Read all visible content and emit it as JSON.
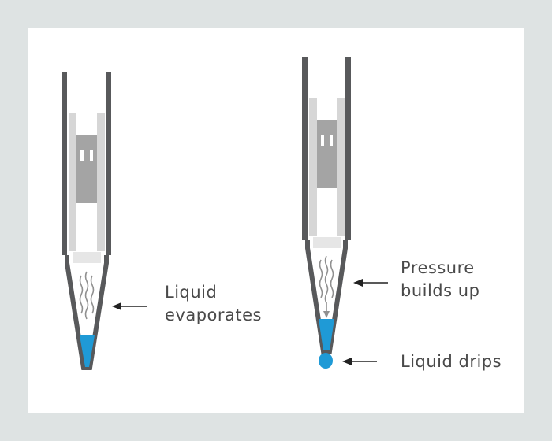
{
  "labels": {
    "left_line1": "Liquid",
    "left_line2": "evaporates",
    "right_top_line1": "Pressure",
    "right_top_line2": "builds up",
    "right_bottom": "Liquid drips"
  },
  "colors": {
    "background": "#dee3e3",
    "panel": "#ffffff",
    "tube": "#58595b",
    "piston_light": "#d6d6d6",
    "piston_dark": "#a4a4a4",
    "liquid": "#1f9ad6",
    "vapor": "#909090",
    "text": "#4a4a4a"
  }
}
